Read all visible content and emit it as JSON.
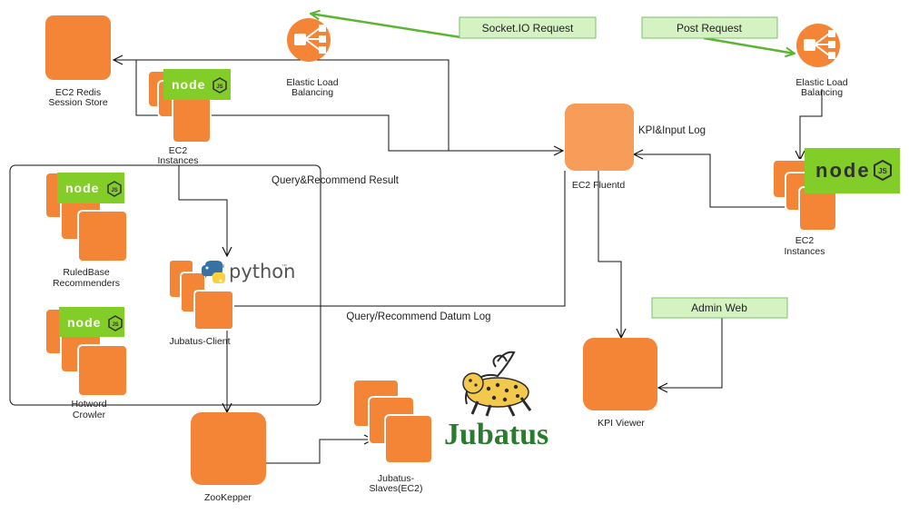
{
  "labels": {
    "redis_line1": "EC2 Redis",
    "redis_line2": "Session Store",
    "elb_left_line1": "Elastic Load",
    "elb_left_line2": "Balancing",
    "elb_right_line1": "Elastic Load",
    "elb_right_line2": "Balancing",
    "ec2_left_line1": "EC2",
    "ec2_left_line2": "Instances",
    "ec2_right_line1": "EC2",
    "ec2_right_line2": "Instances",
    "fluentd": "EC2 Fluentd",
    "kpi_input_log": "KPI&Input Log",
    "query_recommend_result": "Query&Recommend Result",
    "ruledbase_line1": "RuledBase",
    "ruledbase_line2": "Recommenders",
    "hotword_line1": "Hotword",
    "hotword_line2": "Crowler",
    "jubatus_client": "Jubatus-Client",
    "datum_log": "Query/Recommend Datum Log",
    "zookeeper": "ZooKepper",
    "slaves_line1": "Jubatus-",
    "slaves_line2": "Slaves(EC2)",
    "kpi_viewer": "KPI Viewer"
  },
  "callouts": {
    "socketio": "Socket.IO Request",
    "post": "Post Request",
    "admin": "Admin Web"
  },
  "logos": {
    "node": "node",
    "node_js": "JS",
    "python": "python",
    "python_tm": "™",
    "jubatus": "Jubatus"
  },
  "colors": {
    "aws_orange": "#f58536",
    "aws_orange_light": "#f89c5a",
    "node_green": "#83cd29",
    "node_dark": "#303030",
    "callout_fill": "#d5f2c3",
    "callout_stroke": "#7cc26b",
    "arrow_green": "#5cb531",
    "jubatus_green": "#2a7a2f",
    "line": "#111111"
  }
}
